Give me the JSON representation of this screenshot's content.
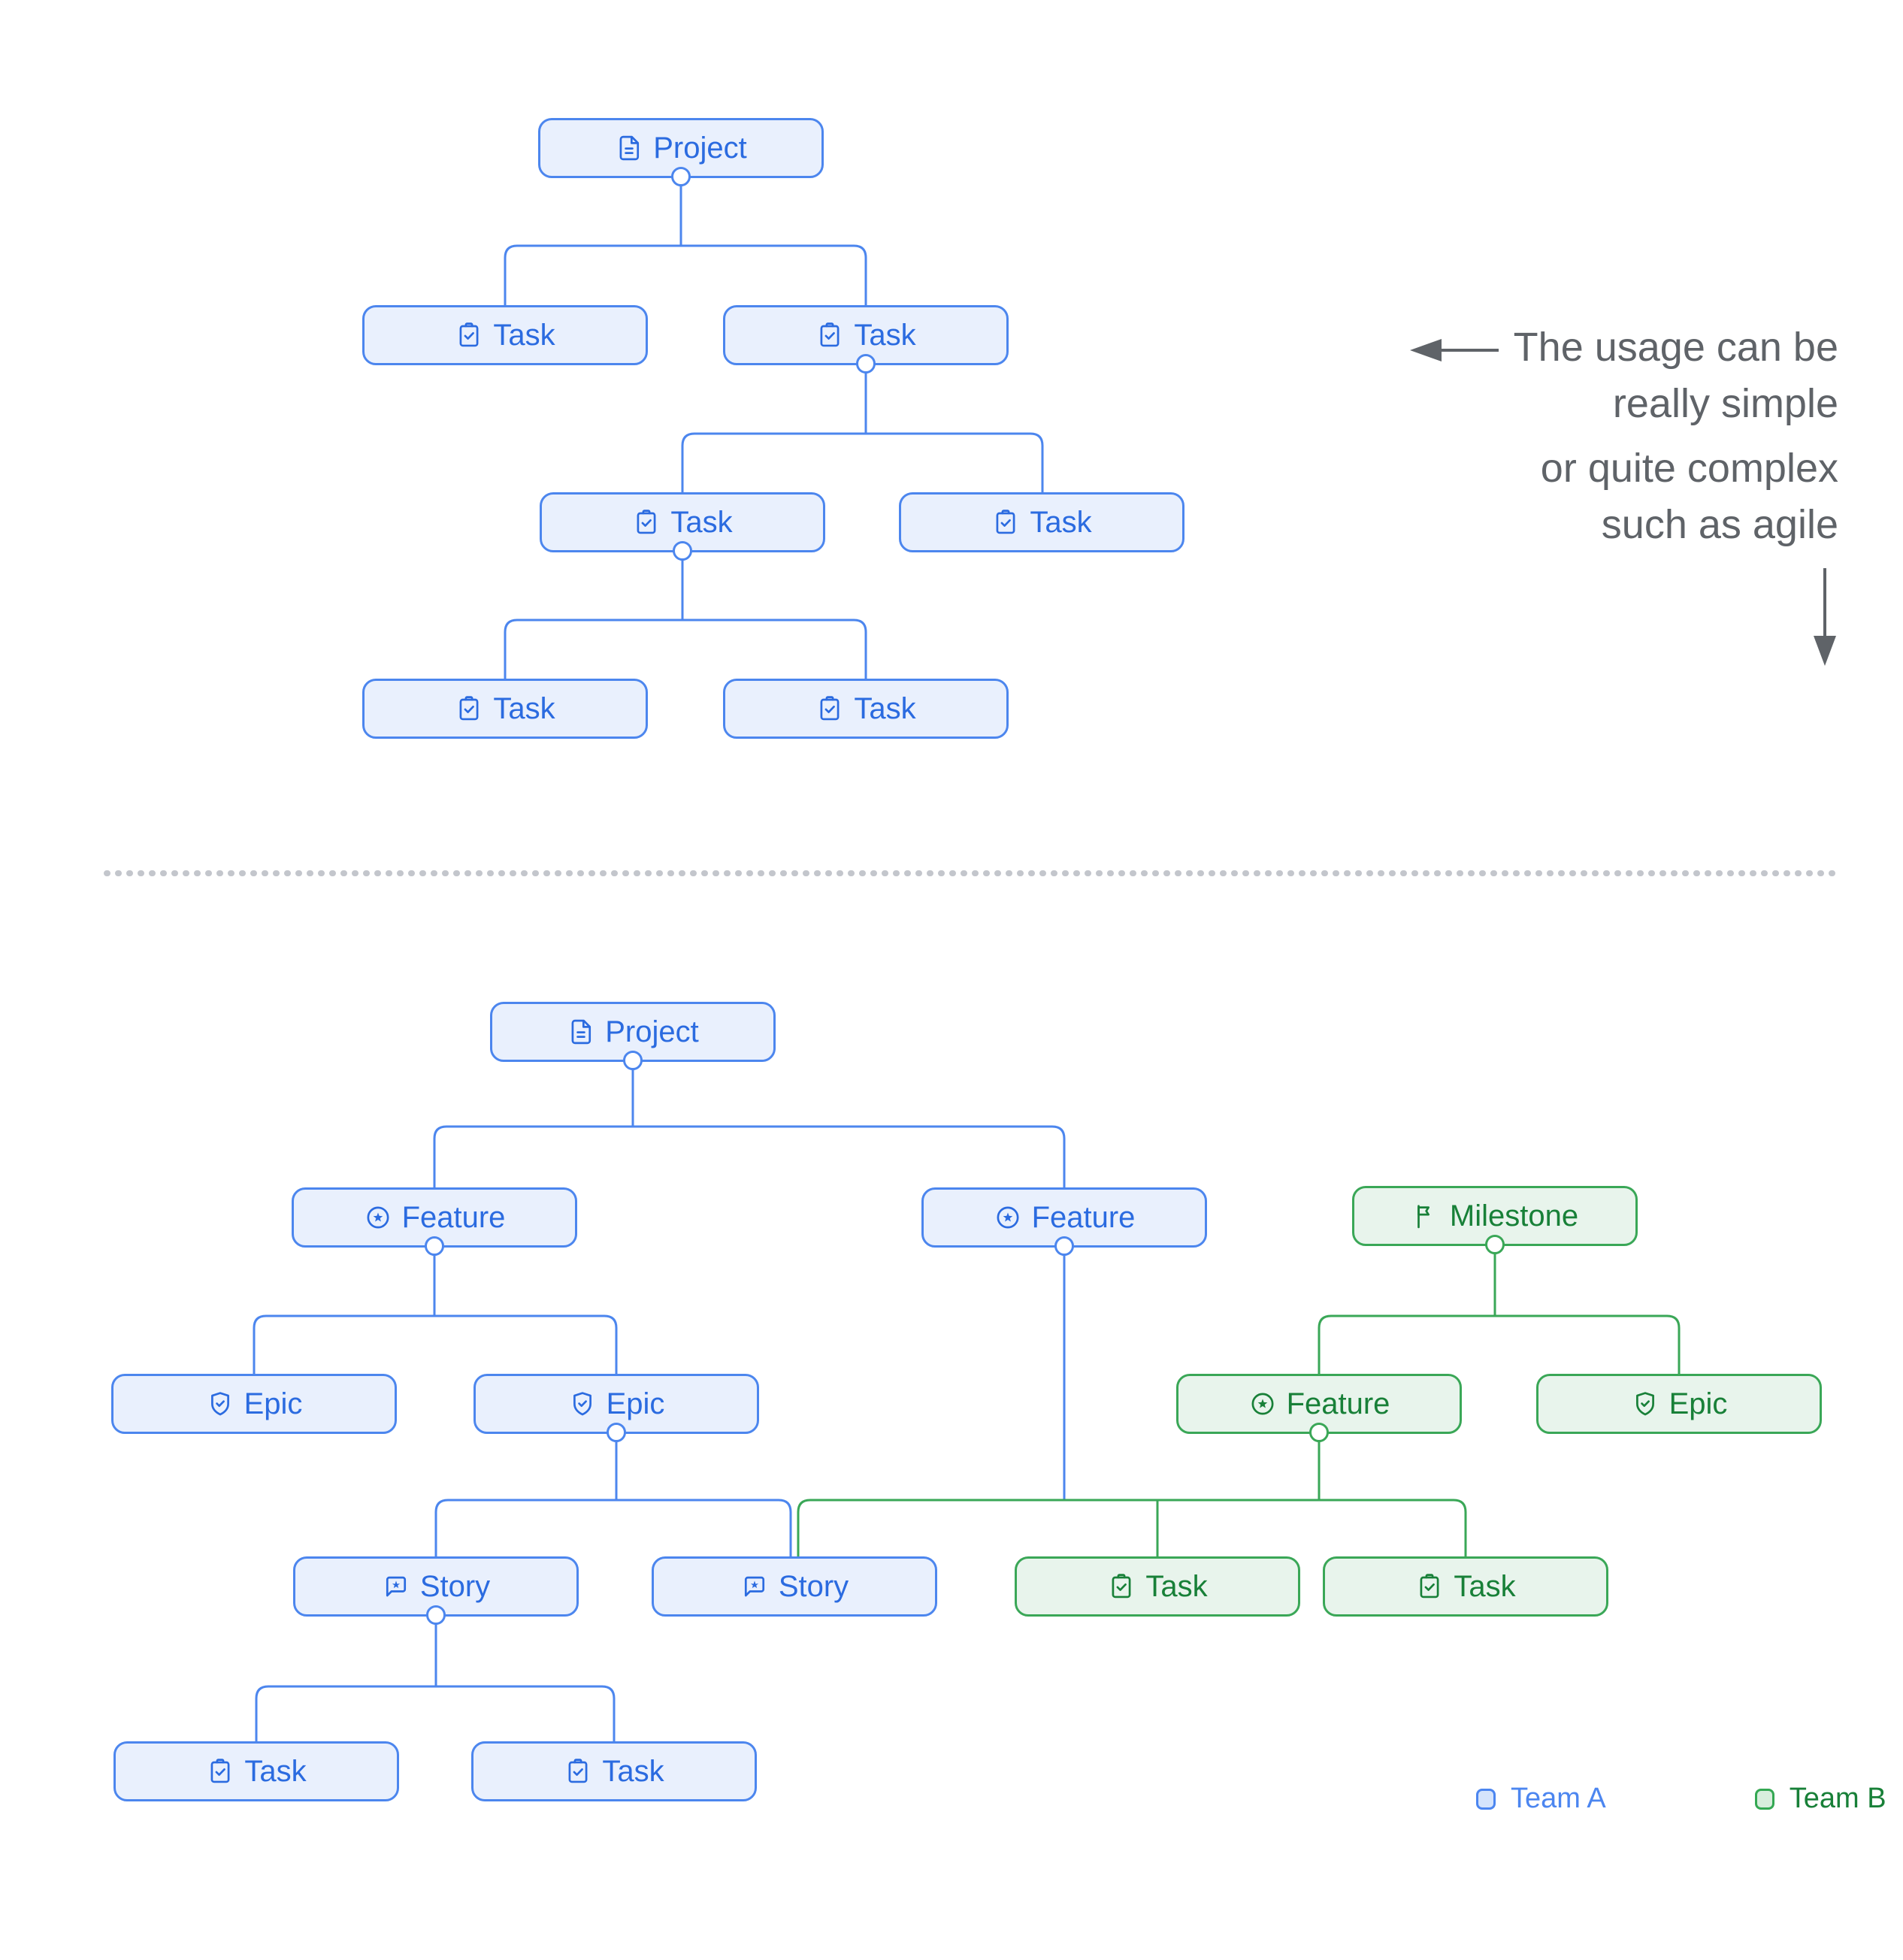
{
  "diagram": {
    "simple_tree": {
      "project": {
        "label": "Project",
        "icon": "document-icon",
        "team": "Team A"
      },
      "tasks": [
        {
          "label": "Task",
          "icon": "clipboard-check-icon",
          "team": "Team A"
        },
        {
          "label": "Task",
          "icon": "clipboard-check-icon",
          "team": "Team A"
        },
        {
          "label": "Task",
          "icon": "clipboard-check-icon",
          "team": "Team A"
        },
        {
          "label": "Task",
          "icon": "clipboard-check-icon",
          "team": "Team A"
        },
        {
          "label": "Task",
          "icon": "clipboard-check-icon",
          "team": "Team A"
        },
        {
          "label": "Task",
          "icon": "clipboard-check-icon",
          "team": "Team A"
        }
      ]
    },
    "complex_tree": {
      "project": {
        "label": "Project",
        "icon": "document-icon",
        "team": "Team A"
      },
      "features": [
        {
          "label": "Feature",
          "icon": "star-circle-icon",
          "team": "Team A"
        },
        {
          "label": "Feature",
          "icon": "star-circle-icon",
          "team": "Team A"
        }
      ],
      "milestone": {
        "label": "Milestone",
        "icon": "flag-icon",
        "team": "Team B"
      },
      "epics": [
        {
          "label": "Epic",
          "icon": "shield-check-icon",
          "team": "Team A"
        },
        {
          "label": "Epic",
          "icon": "shield-check-icon",
          "team": "Team A"
        }
      ],
      "feature_green": {
        "label": "Feature",
        "icon": "star-circle-icon",
        "team": "Team B"
      },
      "epic_green": {
        "label": "Epic",
        "icon": "shield-check-icon",
        "team": "Team B"
      },
      "stories": [
        {
          "label": "Story",
          "icon": "story-bubble-star-icon",
          "team": "Team A"
        },
        {
          "label": "Story",
          "icon": "story-bubble-star-icon",
          "team": "Team A"
        }
      ],
      "tasks_green": [
        {
          "label": "Task",
          "icon": "clipboard-check-icon",
          "team": "Team B"
        },
        {
          "label": "Task",
          "icon": "clipboard-check-icon",
          "team": "Team B"
        }
      ],
      "tasks": [
        {
          "label": "Task",
          "icon": "clipboard-check-icon",
          "team": "Team A"
        },
        {
          "label": "Task",
          "icon": "clipboard-check-icon",
          "team": "Team A"
        }
      ]
    }
  },
  "annotation": {
    "para1": [
      "The usage can be",
      "really simple"
    ],
    "para2": [
      "or quite complex",
      "such as agile"
    ]
  },
  "legend": {
    "team_a": {
      "label": "Team A",
      "color": "#4C86F0"
    },
    "team_b": {
      "label": "Team B",
      "color": "#34A853"
    }
  },
  "colors": {
    "blue_border": "#4C86EE",
    "blue_fill": "#E9F0FD",
    "blue_text": "#2B6BE0",
    "green_border": "#3AA757",
    "green_fill": "#E8F4EC",
    "green_text": "#188038",
    "annotation_gray": "#5F6368",
    "divider_dots": "#C3C6CC"
  }
}
